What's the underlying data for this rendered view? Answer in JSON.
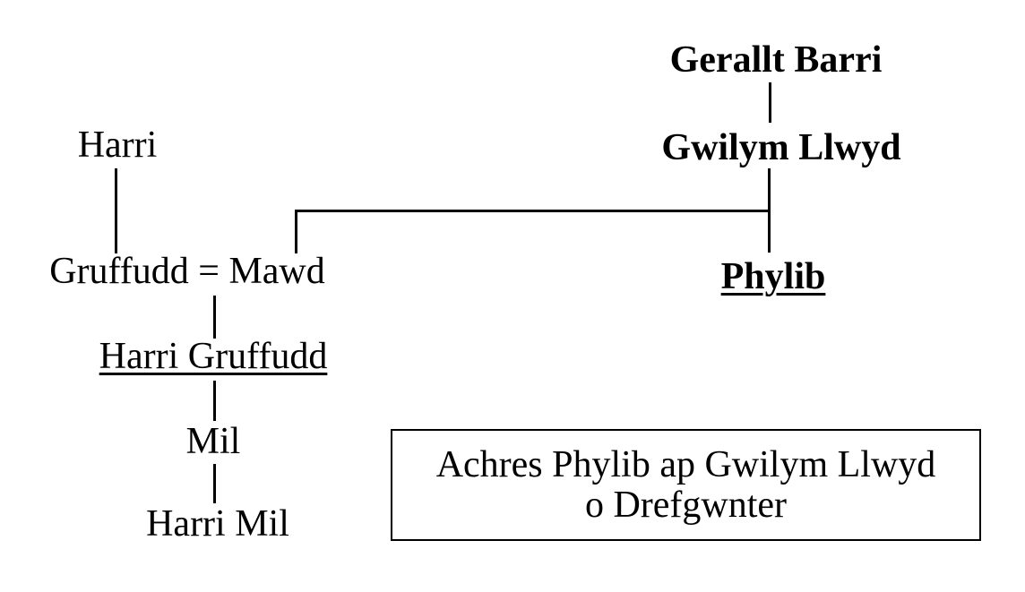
{
  "diagram": {
    "type": "family-tree",
    "background_color": "#ffffff",
    "ink_color": "#000000",
    "nodes": {
      "gerallt_barri": {
        "label": "Gerallt Barri",
        "emphasis": "bold"
      },
      "gwilym_llwyd": {
        "label": "Gwilym Llwyd",
        "emphasis": "bold"
      },
      "phylib": {
        "label": "Phylib",
        "emphasis": "bold-underline"
      },
      "harri": {
        "label": "Harri",
        "emphasis": "none"
      },
      "gruffudd_mawd": {
        "label": "Gruffudd = Mawd",
        "emphasis": "none"
      },
      "harri_gruffudd": {
        "label": "Harri Gruffudd",
        "emphasis": "underline"
      },
      "mil": {
        "label": "Mil",
        "emphasis": "none"
      },
      "harri_mil": {
        "label": "Harri Mil",
        "emphasis": "none"
      }
    },
    "relationships": [
      "Gerallt Barri - Gwilym Llwyd",
      "Gwilym Llwyd - Phylib",
      "Gwilym Llwyd line branches left to Mawd",
      "Harri - Gruffudd",
      "Gruffudd = Mawd (marriage)",
      "Gruffudd/Mawd - Harri Gruffudd",
      "Harri Gruffudd - Mil",
      "Mil - Harri Mil"
    ],
    "caption": {
      "line1": "Achres Phylib ap Gwilym Llwyd",
      "line2": "o Drefgwnter"
    }
  }
}
